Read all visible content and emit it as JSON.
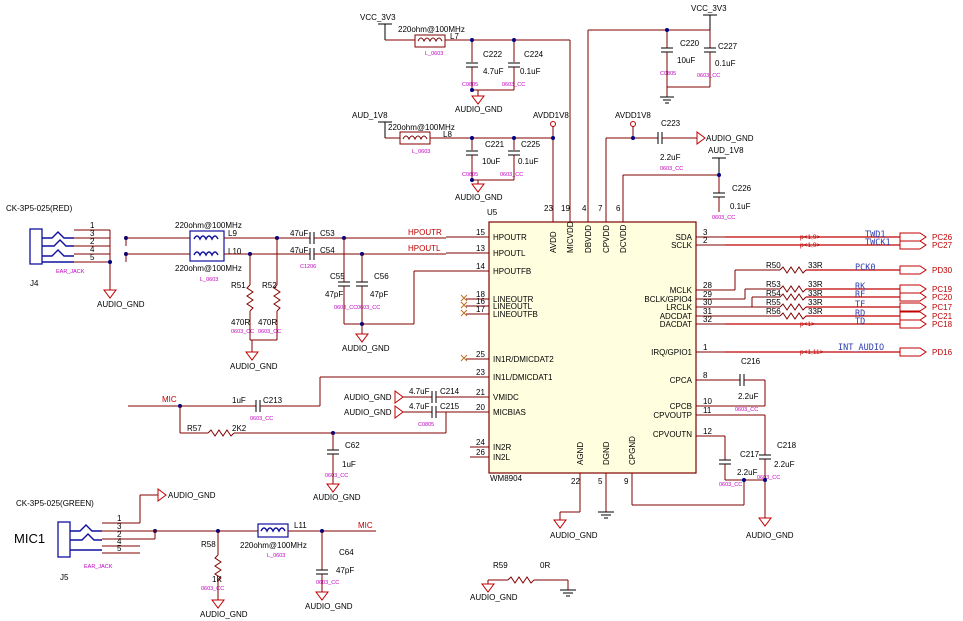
{
  "chip": {
    "ref": "U5",
    "part": "WM8904",
    "left_pins": [
      {
        "num": "15",
        "name": "HPOUTR"
      },
      {
        "num": "13",
        "name": "HPOUTL"
      },
      {
        "num": "14",
        "name": "HPOUTFB"
      },
      {
        "num": "18",
        "name": "LINEOUTR"
      },
      {
        "num": "16",
        "name": "LINEOUTL"
      },
      {
        "num": "17",
        "name": "LINEOUTFB"
      },
      {
        "num": "25",
        "name": "IN1R/DMICDAT2"
      },
      {
        "num": "23",
        "name": "IN1L/DMICDAT1"
      },
      {
        "num": "21",
        "name": "VMIDC"
      },
      {
        "num": "20",
        "name": "MICBIAS"
      },
      {
        "num": "24",
        "name": "IN2R"
      },
      {
        "num": "26",
        "name": "IN2L"
      }
    ],
    "right_pins": [
      {
        "num": "3",
        "name": "SDA"
      },
      {
        "num": "2",
        "name": "SCLK"
      },
      {
        "num": "28",
        "name": "MCLK"
      },
      {
        "num": "29",
        "name": "BCLK/GPIO4"
      },
      {
        "num": "30",
        "name": "LRCLK"
      },
      {
        "num": "31",
        "name": "ADCDAT"
      },
      {
        "num": "32",
        "name": "DACDAT"
      },
      {
        "num": "1",
        "name": "IRQ/GPIO1"
      },
      {
        "num": "8",
        "name": "CPCA"
      },
      {
        "num": "10",
        "name": "CPCB"
      },
      {
        "num": "11",
        "name": "CPVOUTP"
      },
      {
        "num": "12",
        "name": "CPVOUTN"
      }
    ],
    "top_pins": [
      {
        "num": "23",
        "name": "AVDD"
      },
      {
        "num": "19",
        "name": "MICVDD"
      },
      {
        "num": "4",
        "name": "DBVDD"
      },
      {
        "num": "7",
        "name": "CPVDD"
      },
      {
        "num": "6",
        "name": "DCVDD"
      }
    ],
    "bottom_pins": [
      {
        "num": "22",
        "name": "AGND"
      },
      {
        "num": "5",
        "name": "DGND"
      },
      {
        "num": "9",
        "name": "CPGND"
      }
    ]
  },
  "nets": {
    "vcc1": "VCC_3V3",
    "vcc2": "VCC_3V3",
    "aud1v8": "AUD_1V8",
    "aud1v8b": "AUD_1V8",
    "avdd1v8a": "AVDD1V8",
    "avdd1v8b": "AVDD1V8",
    "agnd": "AUDIO_GND",
    "hpoutr": "HPOUTR",
    "hpoutl": "HPOUTL",
    "mic": "MIC",
    "mic2": "MIC"
  },
  "components": {
    "l7": {
      "ref": "L7",
      "value": "220ohm@100MHz",
      "pkg": "L_0603"
    },
    "l8": {
      "ref": "L8",
      "value": "220ohm@100MHz",
      "pkg": "L_0603"
    },
    "l9": {
      "ref": "L9",
      "value": "220ohm@100MHz"
    },
    "l10": {
      "ref": "L10",
      "value": "220ohm@100MHz",
      "pkg": "L_0603"
    },
    "l11": {
      "ref": "L11",
      "value": "220ohm@100MHz",
      "pkg": "L_0603"
    },
    "c222": {
      "ref": "C222",
      "value": "4.7uF",
      "pkg": "C0805"
    },
    "c224": {
      "ref": "C224",
      "value": "0.1uF",
      "pkg": "0603_CC"
    },
    "c221": {
      "ref": "C221",
      "value": "10uF",
      "pkg": "C0805"
    },
    "c225": {
      "ref": "C225",
      "value": "0.1uF",
      "pkg": "0603_CC"
    },
    "c220": {
      "ref": "C220",
      "value": "10uF",
      "pkg": "C0805"
    },
    "c227": {
      "ref": "C227",
      "value": "0.1uF",
      "pkg": "0603_CC"
    },
    "c223": {
      "ref": "C223",
      "value": "2.2uF",
      "pkg": "0603_CC"
    },
    "c226": {
      "ref": "C226",
      "value": "0.1uF",
      "pkg": "0603_CC"
    },
    "c53": {
      "ref": "C53",
      "value": "47uF"
    },
    "c54": {
      "ref": "C54",
      "value": "47uF",
      "pkg": "C1206"
    },
    "c55": {
      "ref": "C55",
      "value": "47pF",
      "pkg": "0603_CC"
    },
    "c56": {
      "ref": "C56",
      "value": "47pF",
      "pkg": "0603_CC"
    },
    "r51": {
      "ref": "R51",
      "value": "470R",
      "pkg": "0603_CC"
    },
    "r52": {
      "ref": "R52",
      "value": "470R",
      "pkg": "0603_CC"
    },
    "c213": {
      "ref": "C213",
      "value": "1uF",
      "pkg": "0603_CC"
    },
    "r57": {
      "ref": "R57",
      "value": "2K2"
    },
    "c62": {
      "ref": "C62",
      "value": "1uF",
      "pkg": "0603_CC"
    },
    "c214": {
      "ref": "C214",
      "value": "4.7uF"
    },
    "c215": {
      "ref": "C215",
      "value": "4.7uF",
      "pkg": "C0805"
    },
    "c216": {
      "ref": "C216",
      "value": "2.2uF",
      "pkg": "0603_CC"
    },
    "c217": {
      "ref": "C217",
      "value": "2.2uF",
      "pkg": "0603_CC"
    },
    "c218": {
      "ref": "C218",
      "value": "2.2uF",
      "pkg": "0603_CC"
    },
    "r58": {
      "ref": "R58",
      "value": "1K",
      "pkg": "0603_CC"
    },
    "c64": {
      "ref": "C64",
      "value": "47pF",
      "pkg": "0603_CC"
    },
    "r59": {
      "ref": "R59",
      "value": "0R"
    },
    "r50": {
      "ref": "R50",
      "value": "33R"
    },
    "r53": {
      "ref": "R53",
      "value": "33R"
    },
    "r54": {
      "ref": "R54",
      "value": "33R"
    },
    "r55": {
      "ref": "R55",
      "value": "33R"
    },
    "r56": {
      "ref": "R56",
      "value": "33R"
    }
  },
  "connectors": {
    "j4": {
      "ref": "J4",
      "part": "CK-3P5-025(RED)",
      "pkg": "EAR_JACK"
    },
    "j5": {
      "ref": "J5",
      "part": "CK-3P5-025(GREEN)",
      "pkg": "EAR_JACK",
      "label": "MIC1"
    }
  },
  "ports": [
    {
      "net": "TWD1",
      "page": "p<1,9>",
      "pin": "PC26"
    },
    {
      "net": "TWCK1",
      "page": "p<1,9>",
      "pin": "PC27"
    },
    {
      "net": "PCK0",
      "page": "",
      "pin": "PD30"
    },
    {
      "net": "RK",
      "page": "",
      "pin": "PC19"
    },
    {
      "net": "RF",
      "page": "",
      "pin": "PC20"
    },
    {
      "net": "TF",
      "page": "",
      "pin": "PC17"
    },
    {
      "net": "RD",
      "page": "",
      "pin": "PC21"
    },
    {
      "net": "TD",
      "page": "p<1>",
      "pin": "PC18"
    },
    {
      "net": "INT_AUDIO",
      "page": "p<1,11>",
      "pin": "PD16"
    }
  ]
}
